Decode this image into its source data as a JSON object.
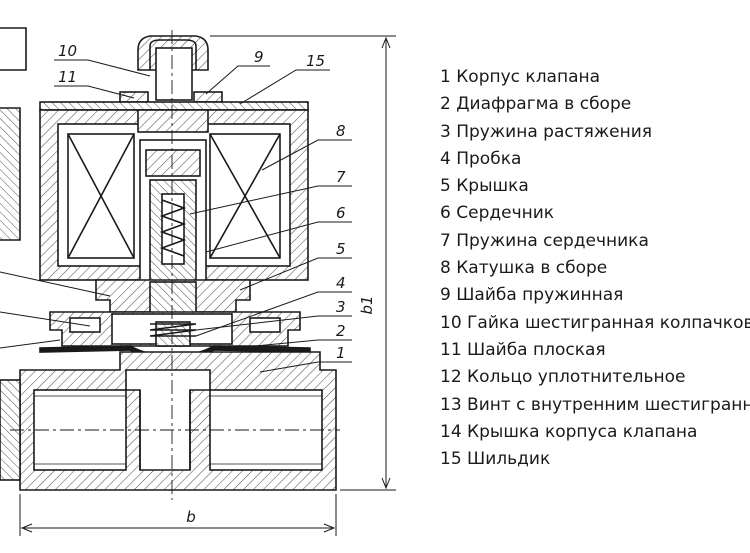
{
  "callouts": [
    "10",
    "11",
    "9",
    "15",
    "8",
    "7",
    "6",
    "5",
    "4",
    "3",
    "2",
    "1"
  ],
  "dimensions": {
    "height_label": "b1",
    "width_label": "b"
  },
  "legend": [
    {
      "num": "1",
      "text": "Корпус клапана"
    },
    {
      "num": "2",
      "text": "Диафрагма в сборе"
    },
    {
      "num": "3",
      "text": "Пружина растяжения"
    },
    {
      "num": "4",
      "text": "Пробка"
    },
    {
      "num": "5",
      "text": "Крышка"
    },
    {
      "num": "6",
      "text": "Сердечник"
    },
    {
      "num": "7",
      "text": "Пружина сердечника"
    },
    {
      "num": "8",
      "text": "Катушка в сборе"
    },
    {
      "num": "9",
      "text": "Шайба пружинная"
    },
    {
      "num": "10",
      "text": "Гайка шестигранная колпачковая"
    },
    {
      "num": "11",
      "text": "Шайба плоская"
    },
    {
      "num": "12",
      "text": "Кольцо уплотнительное"
    },
    {
      "num": "13",
      "text": "Винт с внутренним шестигранником"
    },
    {
      "num": "14",
      "text": "Крышка корпуса клапана"
    },
    {
      "num": "15",
      "text": "Шильдик"
    }
  ]
}
